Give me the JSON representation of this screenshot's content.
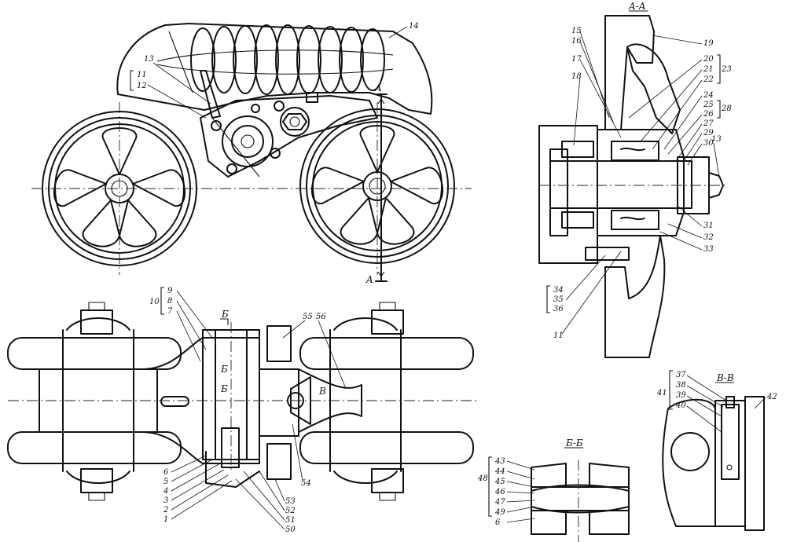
{
  "section_titles": {
    "aa": "A-A",
    "bb": "Б-Б",
    "vv": "В-В"
  },
  "cut_marks": {
    "a_top": "A",
    "a_bottom": "A",
    "b_1": "Б",
    "b_2": "Б",
    "b_3": "Б",
    "v_1": "В"
  },
  "labels_top": [
    "14",
    "13",
    "11",
    "12"
  ],
  "labels_aa": [
    "15",
    "16",
    "17",
    "18",
    "19",
    "20",
    "21",
    "22",
    "23",
    "24",
    "25",
    "26",
    "27",
    "28",
    "29",
    "30",
    "13",
    "31",
    "32",
    "33",
    "34",
    "35",
    "36",
    "11"
  ],
  "labels_bottom": [
    "9",
    "8",
    "7",
    "10",
    "55",
    "56",
    "6",
    "5",
    "4",
    "3",
    "2",
    "1",
    "54",
    "53",
    "52",
    "51",
    "50"
  ],
  "labels_bb": [
    "43",
    "44",
    "45",
    "48",
    "46",
    "47",
    "49",
    "6"
  ],
  "labels_vv": [
    "37",
    "38",
    "39",
    "40",
    "41",
    "42"
  ]
}
